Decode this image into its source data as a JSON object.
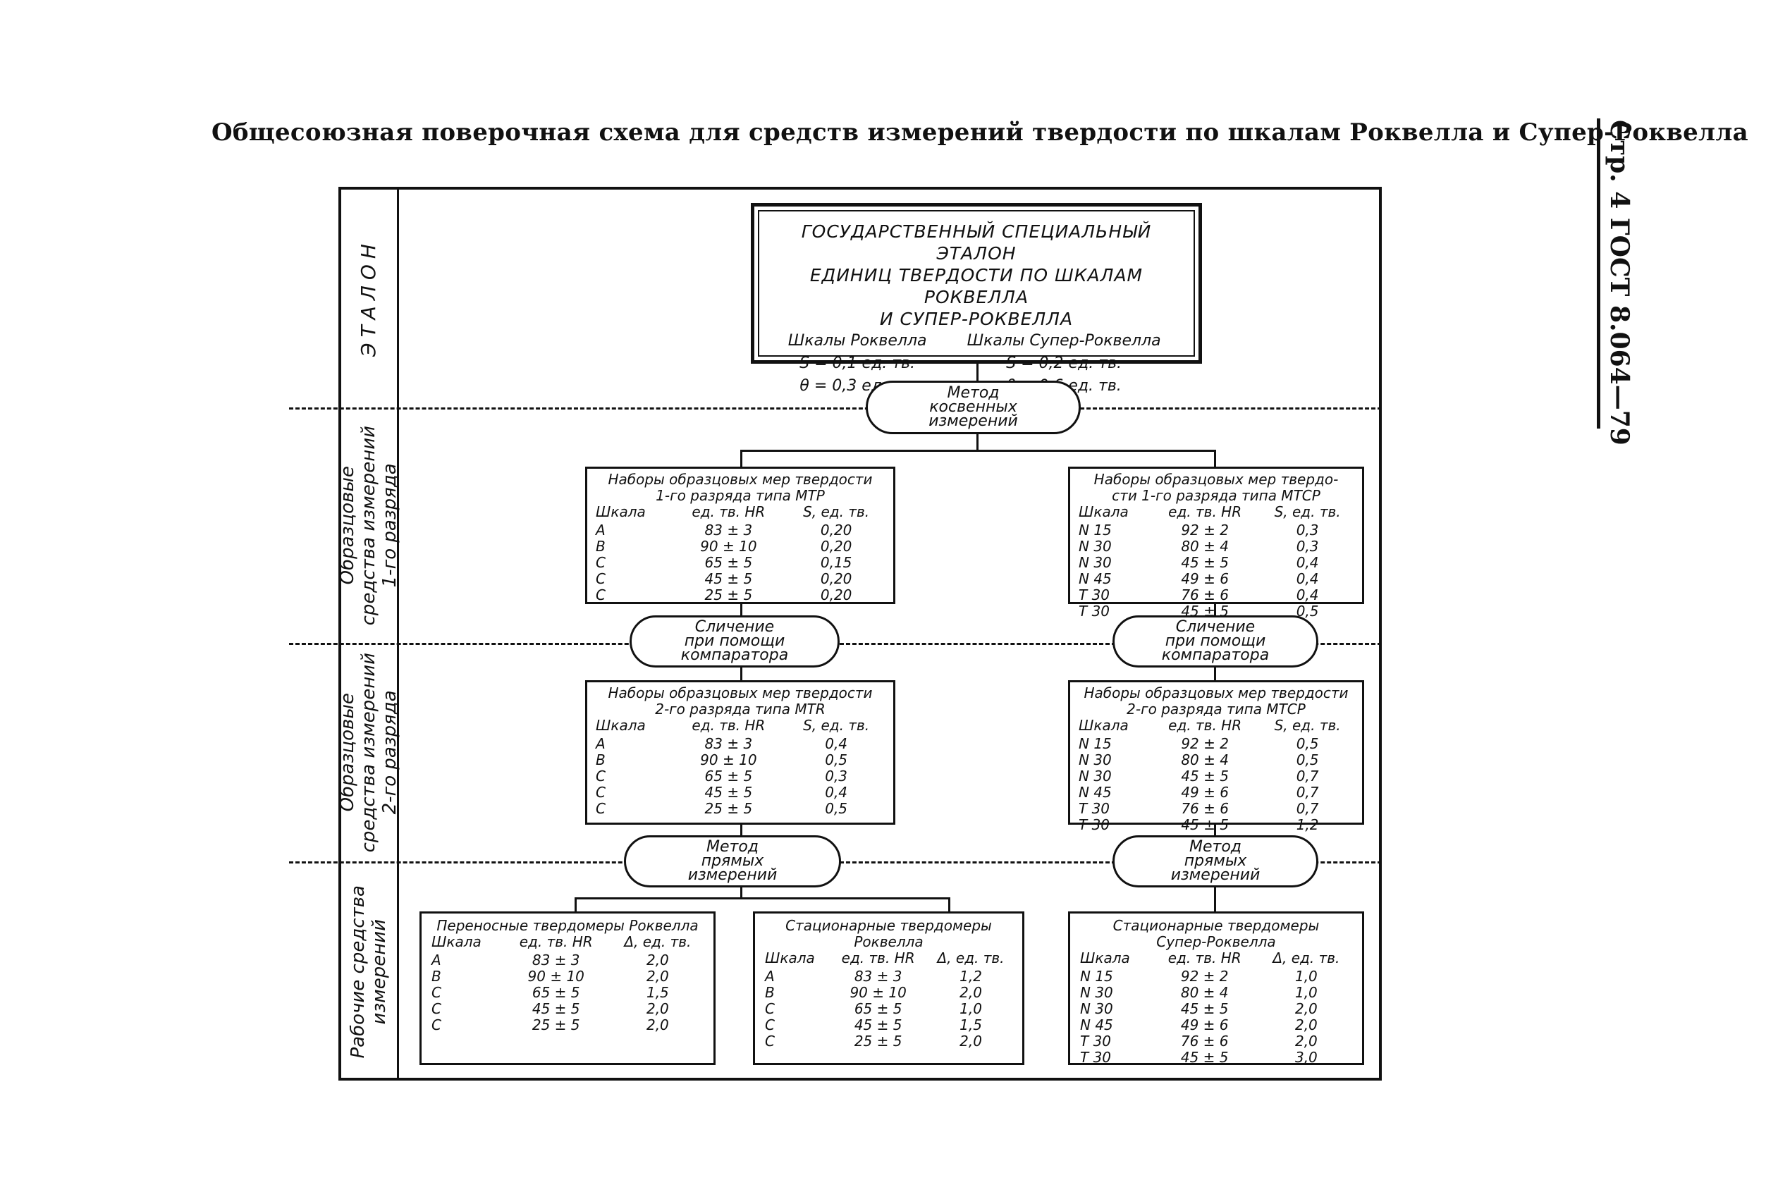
{
  "title": "Общесоюзная поверочная схема для средств измерений твердости по шкалам Роквелла и Супер-Роквелла",
  "side_header": "Стр. 4 ГОСТ 8.064—79",
  "row_labels": {
    "etalon": "ЭТАЛОН",
    "rank1": "Образцовые\nсредства измерений\n1-го разряда",
    "rank2": "Образцовые\nсредства измерений\n2-го разряда",
    "working": "Рабочие средства\nизмерений"
  },
  "etalon": {
    "title": "ГОСУДАРСТВЕННЫЙ СПЕЦИАЛЬНЫЙ ЭТАЛОН\nЕДИНИЦ ТВЕРДОСТИ ПО ШКАЛАМ РОКВЕЛЛА\nИ СУПЕР-РОКВЕЛЛА",
    "col_rockwell": "Шкалы Роквелла",
    "col_super": "Шкалы Супер-Роквелла",
    "s_rockwell": "S = 0,1 ед. тв.",
    "s_super": "S = 0,2 ед. тв.",
    "theta_rockwell": "θ = 0,3 ед. тв.",
    "theta_super": "θ = 0,6 ед. тв."
  },
  "methods": {
    "indirect": "Метод\nкосвенных\nизмерений",
    "comparator_left": "Сличение\nпри помощи\nкомпаратора",
    "comparator_right": "Сличение\nпри помощи\nкомпаратора",
    "direct_left": "Метод\nпрямых\nизмерений",
    "direct_right": "Метод\nпрямых\nизмерений"
  },
  "rank1_left": {
    "title": "Наборы образцовых мер твердости\n1-го разряда типа МТР",
    "headers": [
      "Шкала",
      "ед. тв. HR",
      "S, ед. тв."
    ],
    "rows": [
      [
        "A",
        "83 ± 3",
        "0,20"
      ],
      [
        "B",
        "90 ± 10",
        "0,20"
      ],
      [
        "C",
        "65 ± 5",
        "0,15"
      ],
      [
        "C",
        "45 ± 5",
        "0,20"
      ],
      [
        "C",
        "25 ± 5",
        "0,20"
      ]
    ]
  },
  "rank1_right": {
    "title": "Наборы образцовых мер твердо-\nсти 1-го разряда типа МТСР",
    "headers": [
      "Шкала",
      "ед. тв. HR",
      "S, ед. тв."
    ],
    "rows": [
      [
        "N 15",
        "92 ± 2",
        "0,3"
      ],
      [
        "N 30",
        "80 ± 4",
        "0,3"
      ],
      [
        "N 30",
        "45 ± 5",
        "0,4"
      ],
      [
        "N 45",
        "49 ± 6",
        "0,4"
      ],
      [
        "T 30",
        "76 ± 6",
        "0,4"
      ],
      [
        "T 30",
        "45 ± 5",
        "0,5"
      ]
    ]
  },
  "rank2_left": {
    "title": "Наборы образцовых мер твердости\n2-го разряда типа МТR",
    "headers": [
      "Шкала",
      "ед. тв. HR",
      "S, ед. тв."
    ],
    "rows": [
      [
        "A",
        "83 ± 3",
        "0,4"
      ],
      [
        "B",
        "90 ± 10",
        "0,5"
      ],
      [
        "C",
        "65 ± 5",
        "0,3"
      ],
      [
        "C",
        "45 ± 5",
        "0,4"
      ],
      [
        "C",
        "25 ± 5",
        "0,5"
      ]
    ]
  },
  "rank2_right": {
    "title": "Наборы образцовых мер твердости\n2-го разряда типа МТСР",
    "headers": [
      "Шкала",
      "ед. тв. HR",
      "S, ед. тв."
    ],
    "rows": [
      [
        "N 15",
        "92 ± 2",
        "0,5"
      ],
      [
        "N 30",
        "80 ± 4",
        "0,5"
      ],
      [
        "N 30",
        "45 ± 5",
        "0,7"
      ],
      [
        "N 45",
        "49 ± 6",
        "0,7"
      ],
      [
        "T 30",
        "76 ± 6",
        "0,7"
      ],
      [
        "T 30",
        "45 ± 5",
        "1,2"
      ]
    ]
  },
  "work_portable": {
    "title": "Переносные твердомеры Роквелла",
    "headers": [
      "Шкала",
      "ед. тв. HR",
      "Δ, ед. тв."
    ],
    "rows": [
      [
        "A",
        "83 ± 3",
        "2,0"
      ],
      [
        "B",
        "90 ± 10",
        "2,0"
      ],
      [
        "C",
        "65 ± 5",
        "1,5"
      ],
      [
        "C",
        "45 ± 5",
        "2,0"
      ],
      [
        "C",
        "25 ± 5",
        "2,0"
      ]
    ]
  },
  "work_stationary": {
    "title": "Стационарные твердомеры\nРоквелла",
    "headers": [
      "Шкала",
      "ед. тв. HR",
      "Δ, ед. тв."
    ],
    "rows": [
      [
        "A",
        "83 ± 3",
        "1,2"
      ],
      [
        "B",
        "90 ± 10",
        "2,0"
      ],
      [
        "C",
        "65 ± 5",
        "1,0"
      ],
      [
        "C",
        "45 ± 5",
        "1,5"
      ],
      [
        "C",
        "25 ± 5",
        "2,0"
      ]
    ]
  },
  "work_super": {
    "title": "Стационарные твердомеры\nСупер-Роквелла",
    "headers": [
      "Шкала",
      "ед. тв. HR",
      "Δ, ед. тв."
    ],
    "rows": [
      [
        "N 15",
        "92 ± 2",
        "1,0"
      ],
      [
        "N 30",
        "80 ± 4",
        "1,0"
      ],
      [
        "N 30",
        "45 ± 5",
        "2,0"
      ],
      [
        "N 45",
        "49 ± 6",
        "2,0"
      ],
      [
        "T 30",
        "76 ± 6",
        "2,0"
      ],
      [
        "T 30",
        "45 ± 5",
        "3,0"
      ]
    ]
  }
}
